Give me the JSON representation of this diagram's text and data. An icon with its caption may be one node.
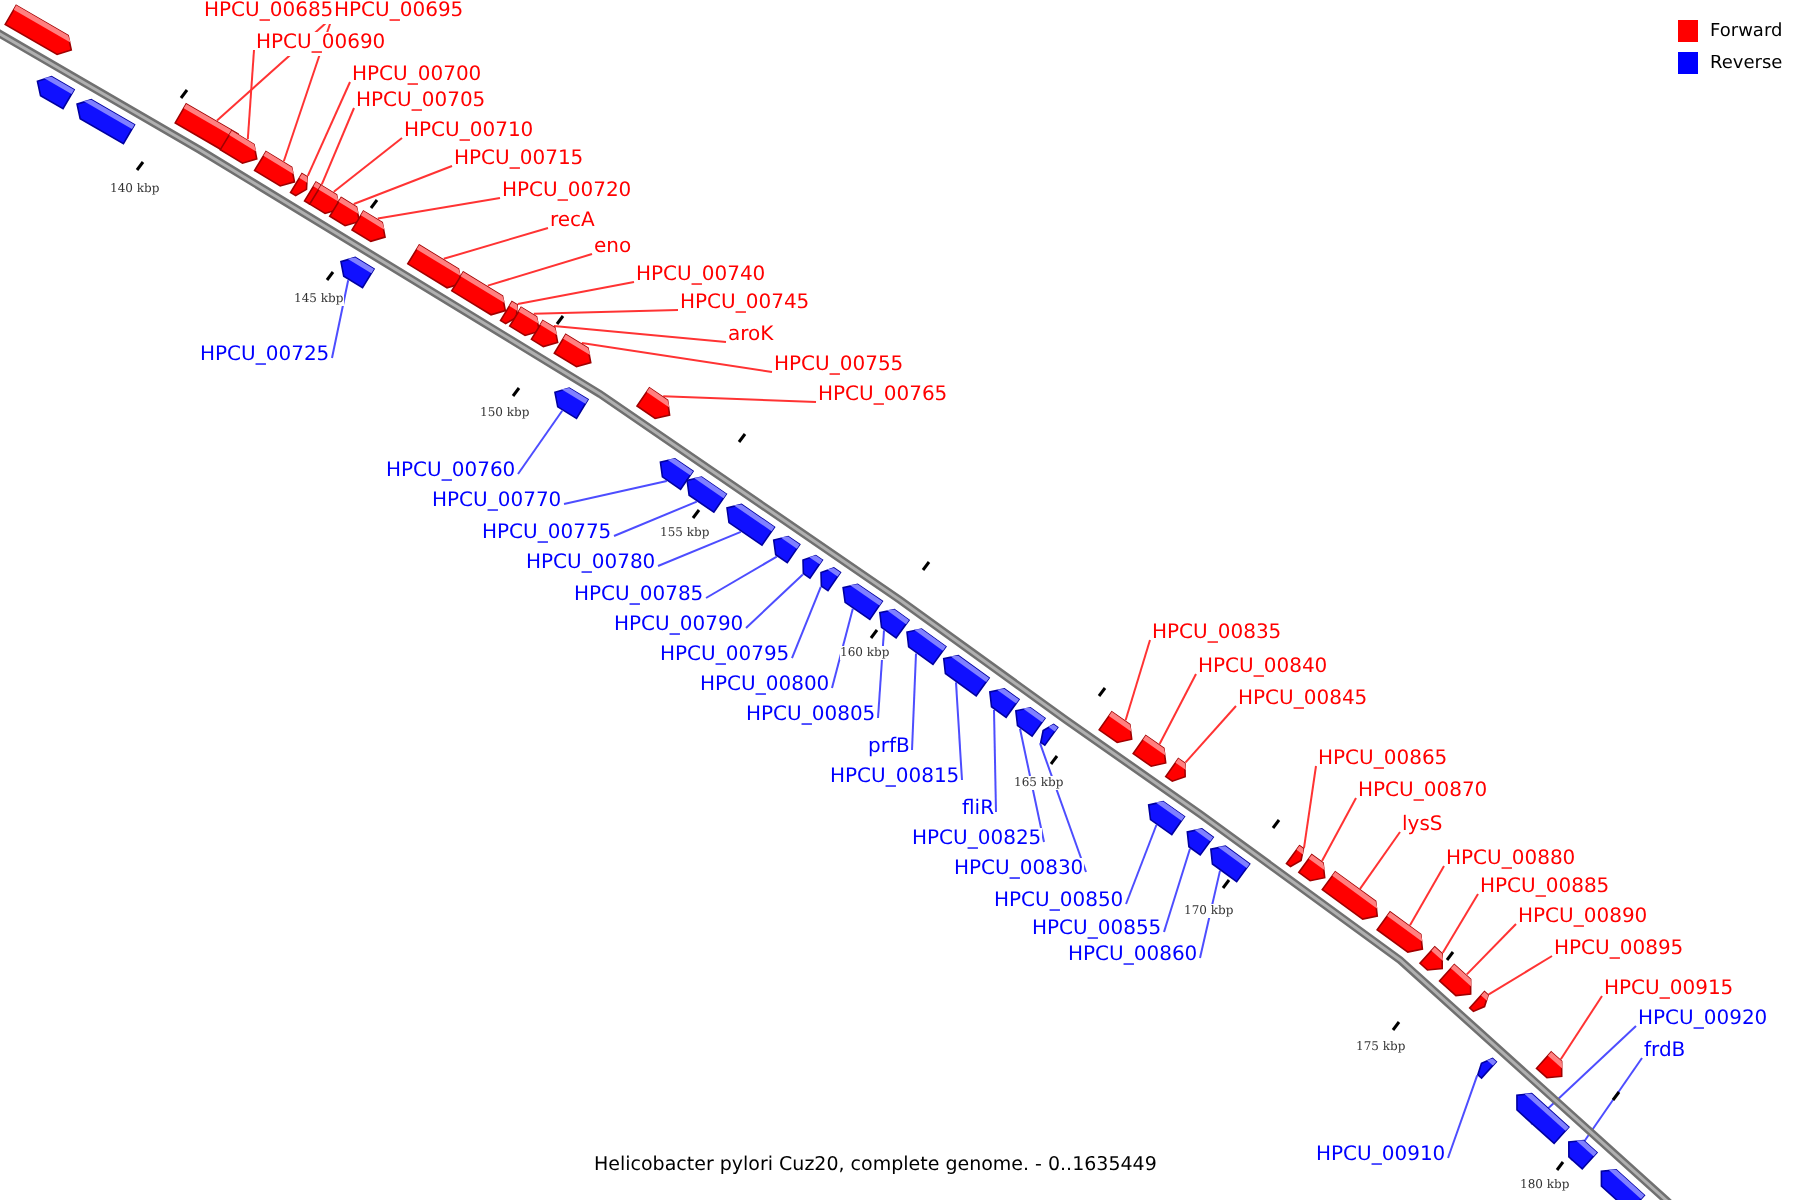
{
  "diagram": {
    "caption": "Helicobacter pylori Cuz20, complete genome. - 0..1635449",
    "nodes": [
      {
        "text": [],
        "shape": "bar"
      },
      {
        "text": [],
        "shape": "bar"
      },
      {
        "text": [],
        "shape": "bar"
      },
      {
        "text": [],
        "shape": "bar"
      },
      {
        "text": [],
        "shape": "bar"
      },
      {
        "text": [],
        "shape": "bar"
      },
      {
        "text": [],
        "shape": "bar"
      },
      {
        "text": [],
        "shape": "bar"
      },
      {
        "text": [],
        "shape": "bar"
      },
      {
        "text": [],
        "shape": "bar"
      },
      {
        "text": [],
        "shape": "bar"
      },
      {
        "text": [],
        "shape": "bar"
      },
      {
        "text": [],
        "shape": "bar"
      },
      {
        "text": [],
        "shape": "bar"
      },
      {
        "text": [],
        "shape": "bar"
      },
      {
        "text": [],
        "shape": "bar"
      },
      {
        "text": [],
        "shape": "bar"
      },
      {
        "text": [],
        "shape": "bar"
      },
      {
        "text": [],
        "shape": "bar"
      },
      {
        "text": [],
        "shape": "bar"
      },
      {
        "text": [],
        "shape": "bar"
      },
      {
        "text": [],
        "shape": "bar"
      },
      {
        "text": [],
        "shape": "bar"
      },
      {
        "text": [],
        "shape": "bar"
      },
      {
        "text": [],
        "shape": "bar"
      },
      {
        "text": [],
        "shape": "bar"
      },
      {
        "text": [],
        "shape": "bar"
      },
      {
        "text": [],
        "shape": "bar"
      },
      {
        "text": [],
        "shape": "bar"
      },
      {
        "text": [],
        "shape": "bar"
      },
      {
        "text": [],
        "shape": "bar"
      },
      {
        "text": [],
        "shape": "bar"
      },
      {
        "text": [],
        "shape": "bar"
      },
      {
        "text": [],
        "shape": "bar"
      },
      {
        "text": [],
        "shape": "bar"
      },
      {
        "text": [],
        "shape": "bar"
      },
      {
        "text": [],
        "shape": "bar"
      },
      {
        "text": [],
        "shape": "bar"
      },
      {
        "text": [],
        "shape": "bar"
      },
      {
        "text": [],
        "shape": "bar"
      },
      {
        "text": [],
        "shape": "bar"
      },
      {
        "text": [],
        "shape": "bar"
      },
      {
        "text": [],
        "shape": "bar"
      },
      {
        "text": [],
        "shape": "bar"
      },
      {
        "text": [],
        "shape": "bar"
      },
      {
        "text": [],
        "shape": "bar"
      },
      {
        "text": [],
        "shape": "bar"
      },
      {
        "text": [],
        "shape": "bar"
      },
      {
        "text": [],
        "shape": "bar"
      },
      {
        "text": [],
        "shape": "bar"
      },
      {
        "text": [],
        "shape": "bar"
      },
      {
        "text": [
          "HPCU_00685"
        ]
      },
      {
        "text": [
          "HPCU_00695"
        ]
      },
      {
        "text": [
          "HPCU_00690"
        ]
      },
      {
        "text": [
          "HPCU_00700"
        ]
      },
      {
        "text": [
          "HPCU_00705"
        ]
      },
      {
        "text": [
          "HPCU_00710"
        ]
      },
      {
        "text": [
          "HPCU_00715"
        ]
      },
      {
        "text": [
          "HPCU_00720"
        ]
      },
      {
        "text": [
          "recA"
        ]
      },
      {
        "text": [
          "eno"
        ]
      },
      {
        "text": [
          "HPCU_00740"
        ]
      },
      {
        "text": [
          "HPCU_00745"
        ]
      },
      {
        "text": [
          "aroK"
        ]
      },
      {
        "text": [
          "HPCU_00725"
        ]
      },
      {
        "text": [
          "HPCU_00755"
        ]
      },
      {
        "text": [
          "HPCU_00765"
        ]
      },
      {
        "text": [
          "HPCU_00760"
        ]
      },
      {
        "text": [
          "HPCU_00770"
        ]
      },
      {
        "text": [
          "HPCU_00775"
        ]
      },
      {
        "text": [
          "HPCU_00780"
        ]
      },
      {
        "text": [
          "HPCU_00785"
        ]
      },
      {
        "text": [
          "HPCU_00790"
        ]
      },
      {
        "text": [
          "HPCU_00795"
        ]
      },
      {
        "text": [
          "HPCU_00800"
        ]
      },
      {
        "text": [
          "HPCU_00805"
        ]
      },
      {
        "text": [
          "prfB"
        ]
      },
      {
        "text": [
          "HPCU_00815"
        ]
      },
      {
        "text": [
          "fliR"
        ]
      },
      {
        "text": [
          "HPCU_00825"
        ]
      },
      {
        "text": [
          "HPCU_00830"
        ]
      },
      {
        "text": [
          "HPCU_00835"
        ]
      },
      {
        "text": [
          "HPCU_00840"
        ]
      },
      {
        "text": [
          "HPCU_00845"
        ]
      },
      {
        "text": [
          "HPCU_00850"
        ]
      },
      {
        "text": [
          "HPCU_00855"
        ]
      },
      {
        "text": [
          "HPCU_00860"
        ]
      },
      {
        "text": [
          "HPCU_00865"
        ]
      },
      {
        "text": [
          "HPCU_00870"
        ]
      },
      {
        "text": [
          "lysS"
        ]
      },
      {
        "text": [
          "HPCU_00880"
        ]
      },
      {
        "text": [
          "HPCU_00885"
        ]
      },
      {
        "text": [
          "HPCU_00890"
        ]
      },
      {
        "text": [
          "HPCU_00895"
        ]
      },
      {
        "text": [
          "HPCU_00915"
        ]
      },
      {
        "text": [
          "HPCU_00920"
        ]
      },
      {
        "text": [
          "frdB"
        ]
      },
      {
        "text": [
          "HPCU_00910"
        ]
      }
    ],
    "edges": [
      {
        "from": 51,
        "to": 3,
        "arrow": "none"
      },
      {
        "from": 52,
        "to": 5,
        "arrow": "none"
      },
      {
        "from": 53,
        "to": 4,
        "arrow": "none"
      },
      {
        "from": 54,
        "to": 6,
        "arrow": "none"
      },
      {
        "from": 55,
        "to": 7,
        "arrow": "none"
      },
      {
        "from": 56,
        "to": 8,
        "arrow": "none"
      },
      {
        "from": 57,
        "to": 9,
        "arrow": "none"
      },
      {
        "from": 58,
        "to": 10,
        "arrow": "none"
      },
      {
        "from": 59,
        "to": 12,
        "arrow": "none"
      },
      {
        "from": 60,
        "to": 13,
        "arrow": "none"
      },
      {
        "from": 61,
        "to": 14,
        "arrow": "none"
      },
      {
        "from": 62,
        "to": 15,
        "arrow": "none"
      },
      {
        "from": 63,
        "to": 16,
        "arrow": "none"
      },
      {
        "from": 64,
        "to": 11,
        "arrow": "none",
        "color": "#4d4dff"
      },
      {
        "from": 65,
        "to": 17,
        "arrow": "none"
      },
      {
        "from": 66,
        "to": 19,
        "arrow": "none"
      },
      {
        "from": 67,
        "to": 18,
        "arrow": "none",
        "color": "#4d4dff"
      },
      {
        "from": 68,
        "to": 20,
        "arrow": "none",
        "color": "#4d4dff"
      },
      {
        "from": 69,
        "to": 21,
        "arrow": "none",
        "color": "#4d4dff"
      },
      {
        "from": 70,
        "to": 22,
        "arrow": "none",
        "color": "#4d4dff"
      },
      {
        "from": 71,
        "to": 23,
        "arrow": "none",
        "color": "#4d4dff"
      },
      {
        "from": 72,
        "to": 24,
        "arrow": "none",
        "color": "#4d4dff"
      },
      {
        "from": 73,
        "to": 25,
        "arrow": "none",
        "color": "#4d4dff"
      },
      {
        "from": 74,
        "to": 26,
        "arrow": "none",
        "color": "#4d4dff"
      },
      {
        "from": 75,
        "to": 27,
        "arrow": "none",
        "color": "#4d4dff"
      },
      {
        "from": 76,
        "to": 28,
        "arrow": "none",
        "color": "#4d4dff"
      },
      {
        "from": 77,
        "to": 29,
        "arrow": "none",
        "color": "#4d4dff"
      },
      {
        "from": 78,
        "to": 30,
        "arrow": "none",
        "color": "#4d4dff"
      },
      {
        "from": 79,
        "to": 31,
        "arrow": "none",
        "color": "#4d4dff"
      },
      {
        "from": 80,
        "to": 32,
        "arrow": "none",
        "color": "#4d4dff"
      },
      {
        "from": 81,
        "to": 33,
        "arrow": "none"
      },
      {
        "from": 82,
        "to": 34,
        "arrow": "none"
      },
      {
        "from": 83,
        "to": 35,
        "arrow": "none"
      },
      {
        "from": 84,
        "to": 36,
        "arrow": "none",
        "color": "#4d4dff"
      },
      {
        "from": 85,
        "to": 37,
        "arrow": "none",
        "color": "#4d4dff"
      },
      {
        "from": 86,
        "to": 38,
        "arrow": "none",
        "color": "#4d4dff"
      },
      {
        "from": 87,
        "to": 39,
        "arrow": "none"
      },
      {
        "from": 88,
        "to": 40,
        "arrow": "none"
      },
      {
        "from": 89,
        "to": 41,
        "arrow": "none"
      },
      {
        "from": 90,
        "to": 42,
        "arrow": "none"
      },
      {
        "from": 91,
        "to": 43,
        "arrow": "none"
      },
      {
        "from": 92,
        "to": 44,
        "arrow": "none"
      },
      {
        "from": 93,
        "to": 45,
        "arrow": "none"
      },
      {
        "from": 94,
        "to": 47,
        "arrow": "none"
      },
      {
        "from": 95,
        "to": 48,
        "arrow": "none",
        "color": "#4d4dff"
      },
      {
        "from": 96,
        "to": 49,
        "arrow": "none",
        "color": "#4d4dff"
      },
      {
        "from": 97,
        "to": 46,
        "arrow": "none",
        "color": "#4d4dff"
      }
    ],
    "labels": [
      "140 kbp",
      "145 kbp",
      "150 kbp",
      "155 kbp",
      "160 kbp",
      "165 kbp",
      "170 kbp",
      "175 kbp",
      "180 kbp"
    ],
    "legend": [
      {
        "text": "Forward",
        "color": "#ff0000"
      },
      {
        "text": "Reverse",
        "color": "#0000ff"
      }
    ]
  }
}
